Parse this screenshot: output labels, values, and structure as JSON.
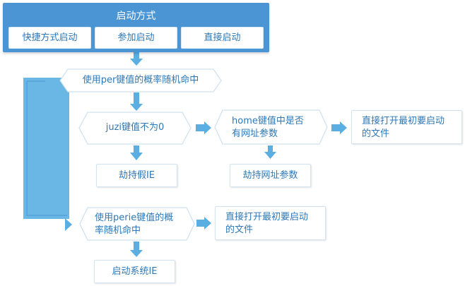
{
  "header": {
    "title": "启动方式",
    "buttons": [
      "快捷方式启动",
      "参加启动",
      "直接启动"
    ]
  },
  "nodes": {
    "per_decision": "使用per键值的概率随机命中",
    "juzi_decision": "juzi键值不为0",
    "home_decision_line1": "home键值中是否",
    "home_decision_line2": "有网址参数",
    "open_initial_1_line1": "直接打开最初要启动",
    "open_initial_1_line2": "的文件",
    "hijack_fake_ie": "劫持假IE",
    "hijack_url_param": "劫持网址参数",
    "perie_decision_line1": "使用perie键值的概",
    "perie_decision_line2": "率随机命中",
    "open_initial_2_line1": "直接打开最初要启动",
    "open_initial_2_line2": "的文件",
    "start_system_ie": "启动系统IE"
  },
  "colors": {
    "header_blue": "#4b95d5",
    "arrow_blue": "#5aaee2",
    "text_blue": "#2e78b7",
    "border": "#d3e3f1"
  }
}
